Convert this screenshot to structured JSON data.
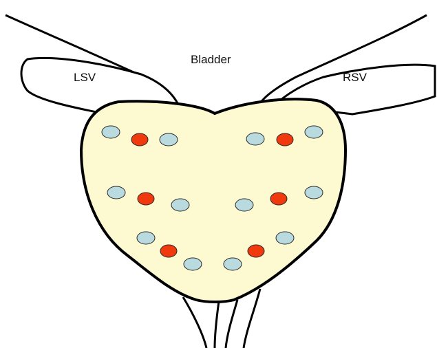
{
  "labels": {
    "bladder": "Bladder",
    "left_seminal_vesicle": "LSV",
    "right_seminal_vesicle": "RSV"
  },
  "colors": {
    "outline": "#000000",
    "prostate_fill": "#fdf9d0",
    "seminal_vesicle_fill": "#ffffff",
    "core_normal": "#b9dbe0",
    "core_highlighted": "#f03a0e"
  },
  "biopsy_cores": {
    "total": 18,
    "highlighted": 6,
    "normal": 12
  }
}
